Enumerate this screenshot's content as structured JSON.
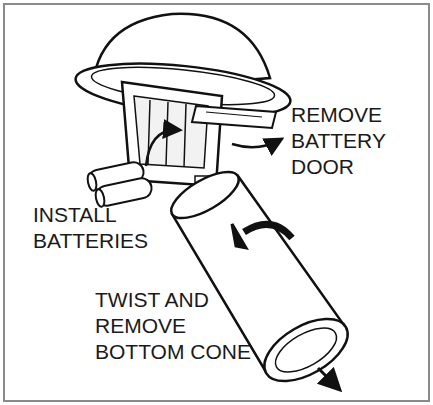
{
  "diagram": {
    "labels": [
      "REMOVE BATTERY DOOR",
      "INSTALL BATTERIES",
      "TWIST AND REMOVE BOTTOM CONE"
    ]
  }
}
